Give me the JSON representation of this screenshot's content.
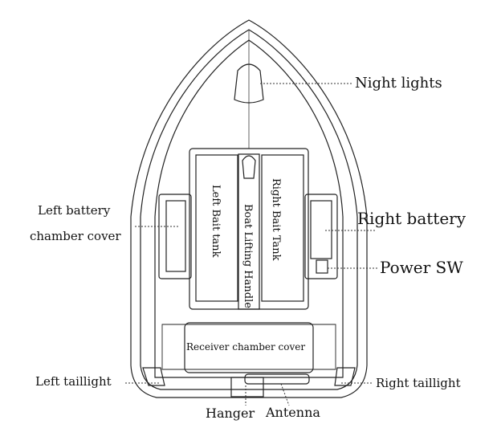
{
  "labels": {
    "night_lights": "Night lights",
    "left_battery_line1": "Left battery",
    "left_battery_line2": "chamber cover",
    "right_battery": "Right battery",
    "power_sw": "Power SW",
    "left_taillight": "Left  taillight",
    "right_taillight": "Right taillight",
    "hanger": "Hanger",
    "antenna": "Antenna",
    "left_bait_tank": "Left Bait tank",
    "right_bait_tank": "Right Bait Tank",
    "boat_lifting_handle": "Boat Lifting Handle",
    "receiver_chamber_cover": "Receiver chamber cover"
  },
  "colors": {
    "line": "#222222",
    "leader": "#333333",
    "text": "#111111"
  }
}
